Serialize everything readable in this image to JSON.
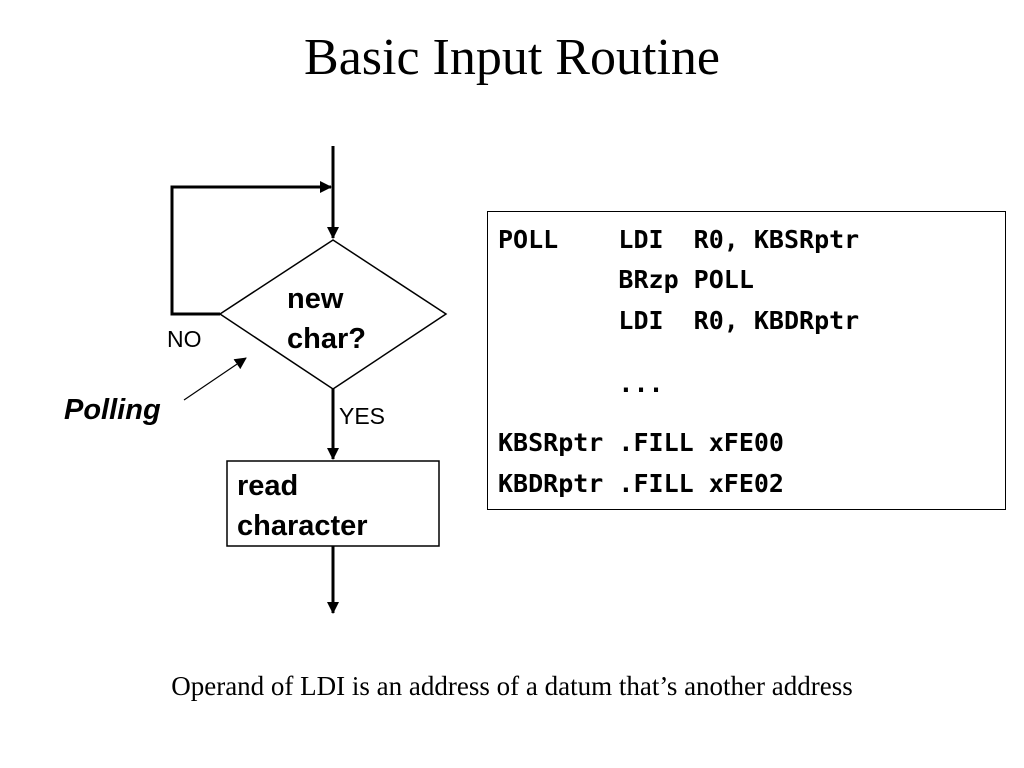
{
  "title": "Basic Input Routine",
  "flowchart": {
    "decision_line1": "new",
    "decision_line2": "char?",
    "no_label": "NO",
    "yes_label": "YES",
    "process_line1": "read",
    "process_line2": "character",
    "polling_label": "Polling"
  },
  "code": {
    "lines": [
      "POLL    LDI  R0, KBSRptr",
      "        BRzp POLL",
      "        LDI  R0, KBDRptr",
      "        ...",
      "KBSRptr .FILL xFE00",
      "KBDRptr .FILL xFE02"
    ]
  },
  "caption": "Operand of LDI is an address of a datum that’s another address"
}
